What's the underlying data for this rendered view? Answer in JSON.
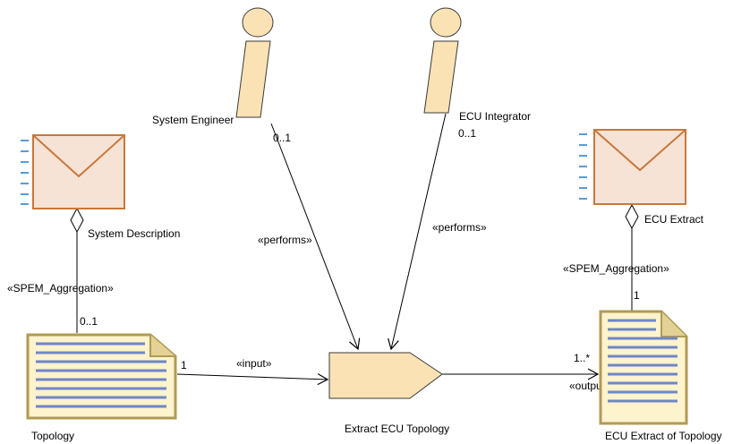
{
  "colors": {
    "role_fill": "#fbe2b4",
    "role_stroke": "#3a3a3a",
    "envelope_fill": "#f7e3d6",
    "envelope_stroke": "#c8783a",
    "doc_fill": "#fdf3cd",
    "doc_border": "#b09a55",
    "doc_lines": "#6f86c8",
    "task_fill": "#fbe2b4",
    "edge": "#000000",
    "side_dash": "#5b9bd5"
  },
  "nodes": {
    "system_engineer": {
      "label": "System Engineer",
      "icon": "role-icon"
    },
    "ecu_integrator": {
      "label": "ECU Integrator",
      "icon": "role-icon"
    },
    "system_description": {
      "label": "System Description",
      "icon": "envelope-icon"
    },
    "ecu_extract": {
      "label": "ECU Extract",
      "icon": "envelope-icon"
    },
    "topology": {
      "label": "Topology",
      "icon": "document-icon"
    },
    "extract_ecu_topology": {
      "label": "Extract ECU Topology",
      "icon": "task-icon"
    },
    "ecu_extract_of_topology": {
      "label": "ECU Extract of Topology",
      "icon": "document-icon"
    }
  },
  "edges": {
    "se_performs": {
      "stereotype": "«performs»",
      "multiplicity": "0..1"
    },
    "ei_performs": {
      "stereotype": "«performs»",
      "multiplicity": "0..1"
    },
    "sd_aggregation": {
      "stereotype": "«SPEM_Aggregation»",
      "multiplicity": "0..1"
    },
    "ee_aggregation": {
      "stereotype": "«SPEM_Aggregation»",
      "multiplicity": "1"
    },
    "input": {
      "stereotype": "«input»",
      "multiplicity": "1"
    },
    "output": {
      "stereotype": "«output»",
      "multiplicity": "1..*"
    }
  }
}
